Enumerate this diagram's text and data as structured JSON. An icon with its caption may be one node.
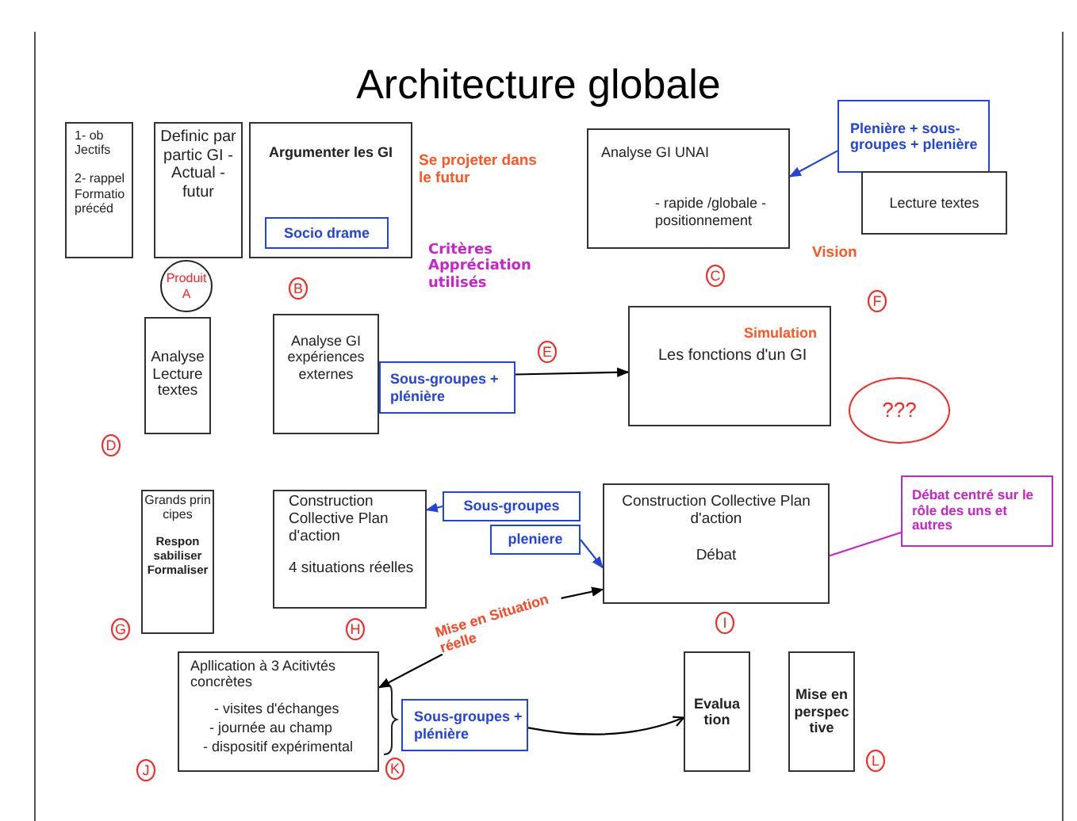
{
  "diagram": {
    "title": "Architecture globale",
    "nodes": [
      {
        "text": [
          "1- ob Jectifs",
          "2- rappel Formatio précéd"
        ]
      },
      {
        "text": [
          "Definic par partic GI - Actual - futur"
        ]
      },
      {
        "text": [
          "Argumenter les GI"
        ]
      },
      {
        "text": [
          "Socio drame"
        ],
        "in": 2
      },
      {
        "text": [
          "Analyse GI UNAI",
          "- rapide /globale - positionnement"
        ]
      },
      {
        "text": [
          "Plenière + sous-groupes + plenière"
        ]
      },
      {
        "text": [
          "Lecture textes"
        ]
      },
      {
        "text": [
          "Produit A"
        ]
      },
      {
        "text": [
          "Analyse Lecture textes"
        ]
      },
      {
        "text": [
          "Analyse GI expériences externes"
        ]
      },
      {
        "text": [
          "Sous-groupes + plénière"
        ]
      },
      {
        "text": [
          "Simulation",
          "Les fonctions d'un GI"
        ]
      },
      {
        "text": [
          "???"
        ]
      },
      {
        "text": [
          "Grands prin cipes",
          "Respon sabiliser Formaliser"
        ]
      },
      {
        "text": [
          "Construction Collective Plan d'action",
          "4 situations réelles"
        ]
      },
      {
        "text": [
          "Sous-groupes"
        ]
      },
      {
        "text": [
          "pleniere"
        ]
      },
      {
        "text": [
          "Construction Collective Plan d'action",
          "Débat"
        ]
      },
      {
        "text": [
          "Débat centré sur le rôle des uns et autres"
        ]
      },
      {
        "text": [
          "Apllication à 3 Acitivtés concrètes",
          "- visites d'échanges",
          "- journée au champ",
          "- dispositif expérimental"
        ]
      },
      {
        "text": [
          "Sous-groupes + plénière"
        ]
      },
      {
        "text": [
          "Evalua tion"
        ]
      },
      {
        "text": [
          "Mise en perspec tive"
        ]
      },
      {
        "text": [
          "Mise en Situation réelle"
        ]
      }
    ],
    "edges": [
      {
        "from": 5,
        "to": 4,
        "arrow": "to",
        "color": "#2244dd"
      },
      {
        "from": 10,
        "to": 11,
        "arrow": "to"
      },
      {
        "from": 15,
        "to": 14,
        "arrow": "to",
        "color": "#2244dd"
      },
      {
        "from": 16,
        "to": 17,
        "arrow": "to",
        "color": "#2244dd"
      },
      {
        "from": 18,
        "to": 17,
        "arrow": "none",
        "color": "#cc22cc"
      },
      {
        "from": 23,
        "to": 17,
        "arrow": "to"
      },
      {
        "from": 23,
        "to": 19,
        "arrow": "to"
      },
      {
        "from": 20,
        "to": 21,
        "arrow": "to"
      }
    ],
    "labels": [
      "Se projeter dans le futur",
      "Critères Appréciation utilisés",
      "Vision",
      "B",
      "C",
      "D",
      "E",
      "F",
      "G",
      "H",
      "I",
      "J",
      "K",
      "L"
    ]
  }
}
